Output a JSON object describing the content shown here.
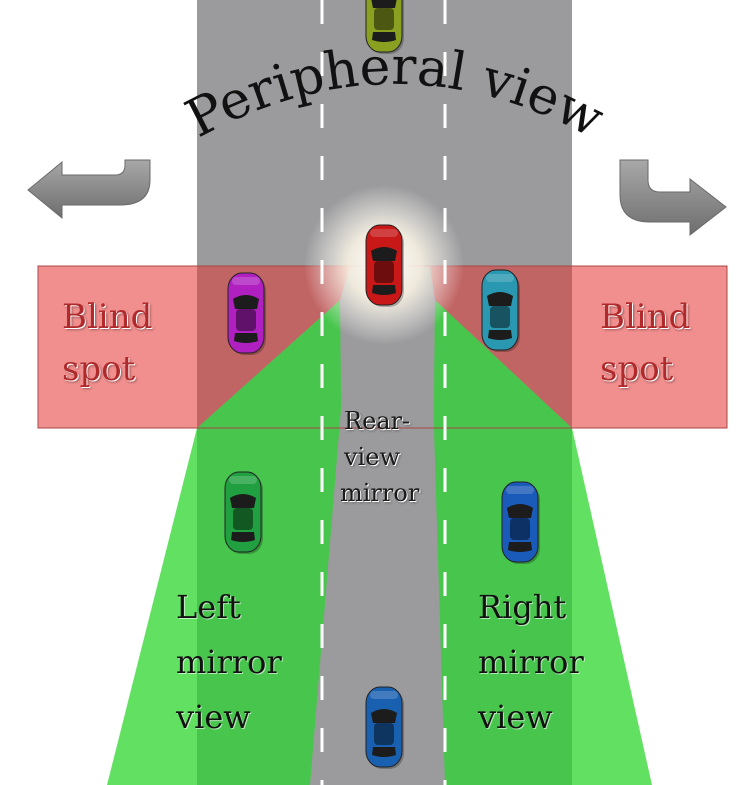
{
  "title": "Peripheral view",
  "labels": {
    "blind_left": [
      "Blind",
      "spot"
    ],
    "blind_right": [
      "Blind",
      "spot"
    ],
    "rear_view": [
      "Rear-",
      "view",
      "mirror"
    ],
    "left_mirror": [
      "Left",
      "mirror",
      "view"
    ],
    "right_mirror": [
      "Right",
      "mirror",
      "view"
    ]
  },
  "colors": {
    "road": "#9b9b9d",
    "green_zone": "#55dd55",
    "blind_zone": "#f08888",
    "lane_marking": "#ffffff",
    "arrow": "#8e8e8e"
  },
  "cars": [
    {
      "name": "ego-car",
      "color": "#c81818"
    },
    {
      "name": "top-car",
      "color": "#8aa020"
    },
    {
      "name": "purple-car",
      "color": "#b020c0"
    },
    {
      "name": "teal-car",
      "color": "#2a98b0"
    },
    {
      "name": "green-car",
      "color": "#20a040"
    },
    {
      "name": "blue-car-right",
      "color": "#1a5ab8"
    },
    {
      "name": "blue-car-bottom",
      "color": "#1a60b0"
    }
  ]
}
